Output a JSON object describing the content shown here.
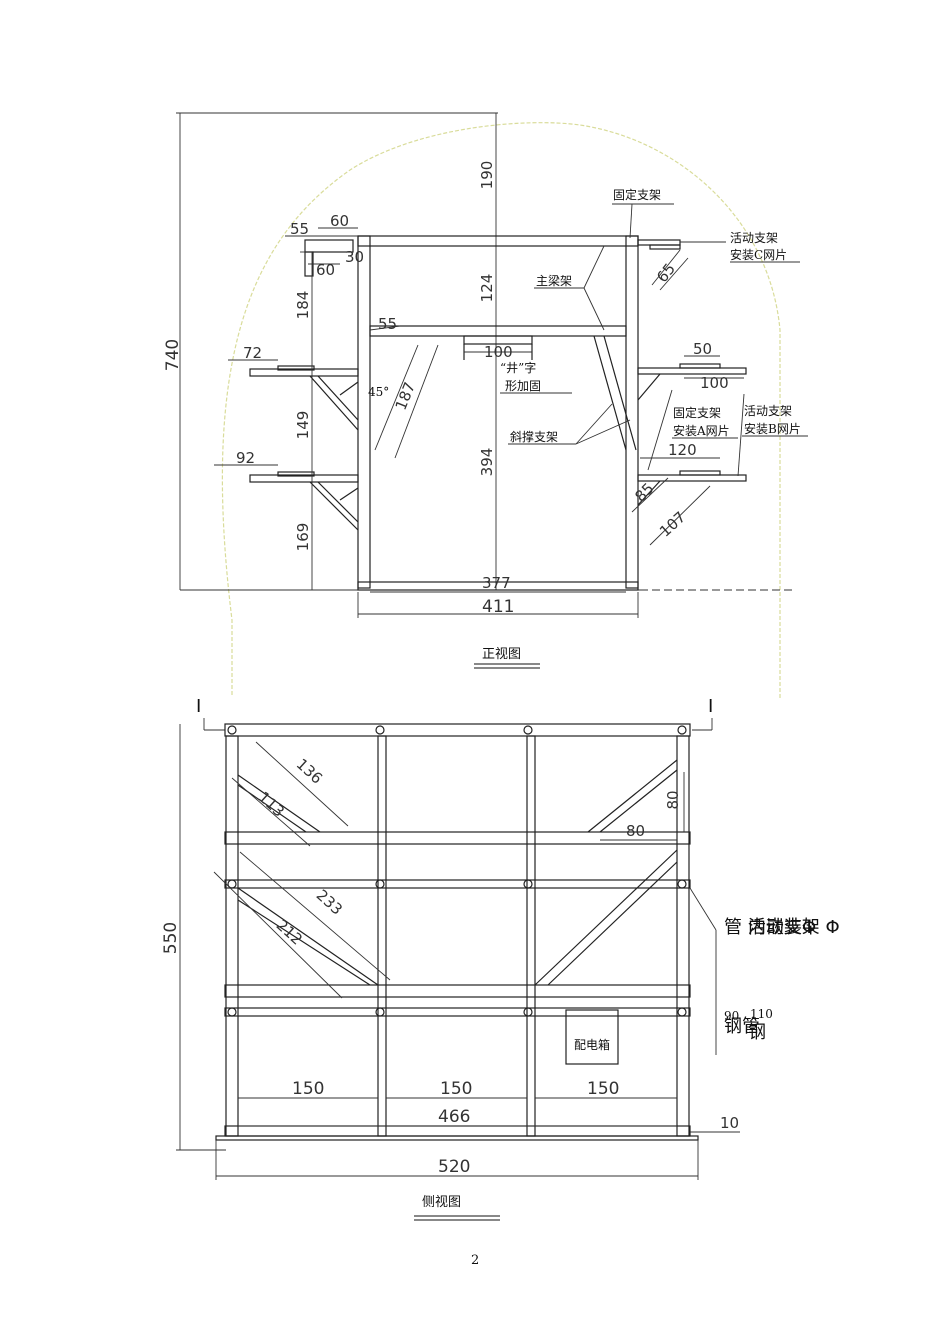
{
  "front_view": {
    "caption": "正视图",
    "dimensions": {
      "total_height": "740",
      "top_gap": "190",
      "beam_gap": "124",
      "lower_height": "394",
      "left_upper": "184",
      "left_mid": "149",
      "left_low": "169",
      "d55": "55",
      "d60a": "60",
      "d60b": "60",
      "d30": "30",
      "d55b": "55",
      "d187": "187",
      "angle": "45°",
      "d100": "100",
      "d72": "72",
      "d92": "92",
      "d65": "65",
      "d50": "50",
      "d100r": "100",
      "d120": "120",
      "d85": "85",
      "d107": "107",
      "inner_width": "377",
      "outer_width": "411"
    },
    "labels": {
      "fixed_support": "固定支架",
      "movable_c_1": "活动支架",
      "movable_c_2": "安装C网片",
      "main_beam": "主梁架",
      "jing_1": "“井”字",
      "jing_2": "形加固",
      "diagonal": "斜撑支架",
      "fixed_a_1": "固定支架",
      "fixed_a_2": "安装A网片",
      "movable_b_1": "活动支架",
      "movable_b_2": "安装B网片"
    }
  },
  "side_view": {
    "caption": "侧视图",
    "section_mark_left": "I",
    "section_mark_right": "I",
    "dimensions": {
      "height": "550",
      "d136": "136",
      "d113": "113",
      "d233": "233",
      "d212": "212",
      "d80v": "80",
      "d80h": "80",
      "bay1": "150",
      "bay2": "150",
      "bay3": "150",
      "inner_width": "466",
      "outer_width": "520",
      "d10": "10"
    },
    "labels": {
      "overlap_line1": "管 活动支架 Φ",
      "overlap_line1b": "内嵌装Φ",
      "overlap_line2a": "90",
      "overlap_line2b": "110",
      "overlap_line3": "钢管",
      "overlap_line3b": "钢",
      "box": "配电箱"
    }
  },
  "page_number": "2"
}
